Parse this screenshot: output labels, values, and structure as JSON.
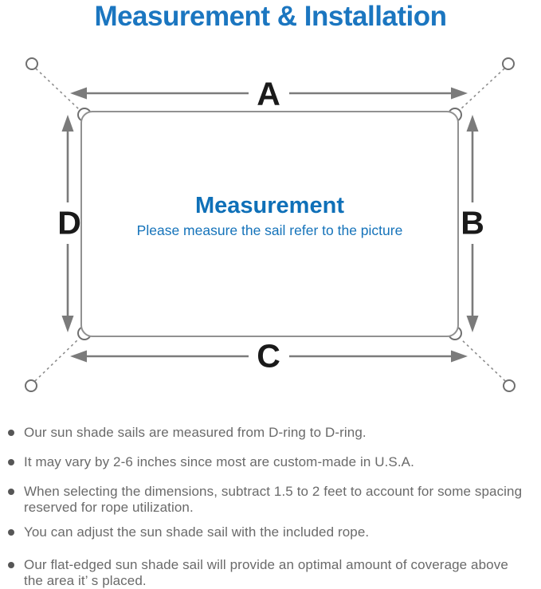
{
  "title": "Measurement & Installation",
  "diagram": {
    "dimension_labels": {
      "top": "A",
      "right": "B",
      "bottom": "C",
      "left": "D"
    },
    "center_heading": "Measurement",
    "center_subtitle": "Please measure the sail refer to the picture"
  },
  "notes": [
    {
      "text": "Our sun shade sails are measured from D-ring to D-ring."
    },
    {
      "text": "It may vary by 2-6 inches since most are custom-made in U.S.A."
    },
    {
      "text": "When selecting the dimensions, subtract 1.5 to 2 feet to account for some spacing\nreserved for rope utilization."
    },
    {
      "text": "You can adjust the sun shade sail with the included rope."
    },
    {
      "text": "Our flat-edged sun shade sail will provide an optimal amount of coverage above\nthe area it’ s placed."
    }
  ],
  "colors": {
    "title_blue": "#1b76c0",
    "center_heading_blue": "#0f70b8",
    "center_subtitle_blue": "#1573ba",
    "arrow_gray": "#7b7b7b",
    "outline_gray": "#919191",
    "ring_gray": "#6f6f6f",
    "dashed_gray": "#8c8c8c",
    "label_black": "#1a1a1a",
    "note_text_gray": "#6a6a6a",
    "bullet_gray": "#565656"
  }
}
